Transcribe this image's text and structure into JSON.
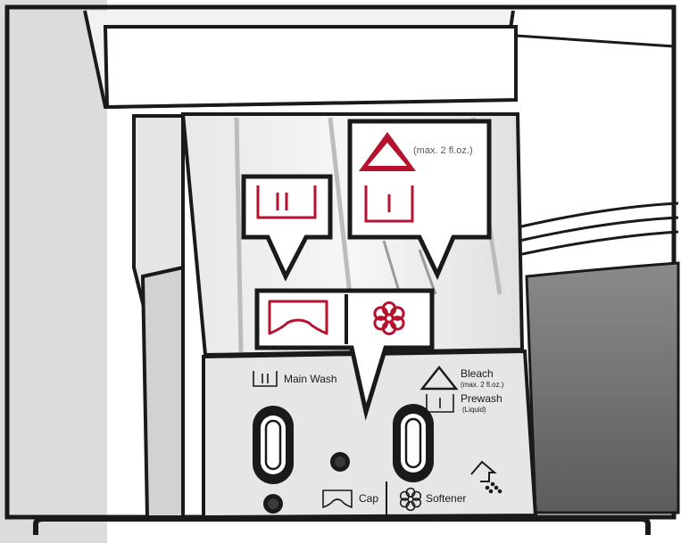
{
  "callouts": {
    "bleach_max_note": "(max. 2 fl.oz.)"
  },
  "panel": {
    "main_wash_label": "Main Wash",
    "bleach_label": "Bleach",
    "bleach_max_note": "(max. 2 fl.oz.)",
    "prewash_label": "Prewash",
    "prewash_note": "(Liquid)",
    "cap_label": "Cap",
    "softener_label": "Softener"
  },
  "icons": {
    "main_wash": "main-wash-compartment-icon",
    "bleach": "bleach-triangle-icon",
    "prewash": "prewash-compartment-icon",
    "cap": "cap-icon",
    "softener": "softener-flower-icon",
    "push_release": "push-release-icon"
  },
  "colors": {
    "accent_red": "#b5122e",
    "outline": "#1a1a1a",
    "panel_gray": "#d9d9d9",
    "dark_gray": "#6e6e6e"
  }
}
